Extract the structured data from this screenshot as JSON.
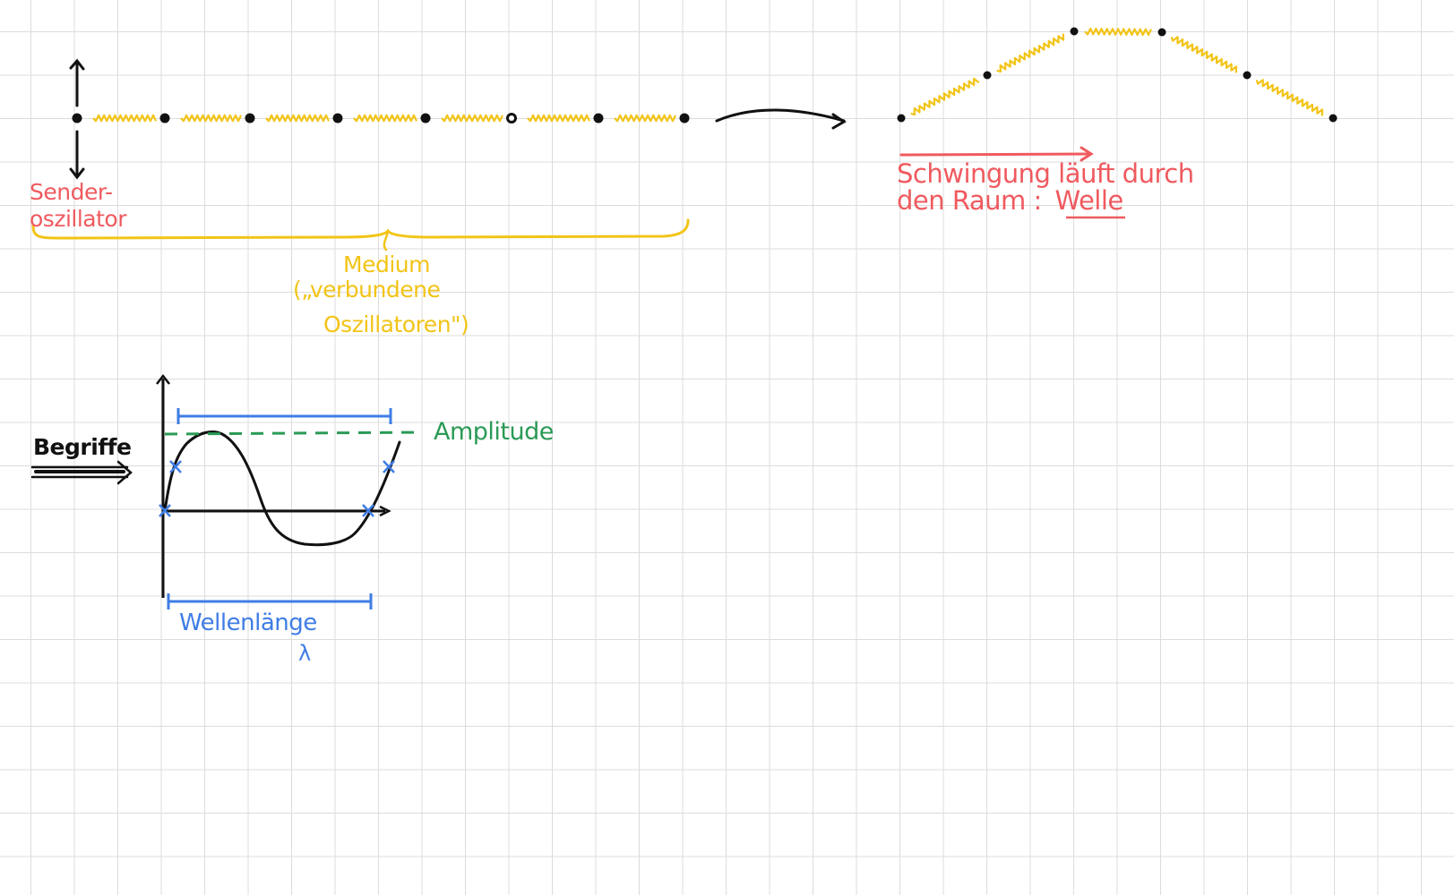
{
  "labels": {
    "sender_line1": "Sender-",
    "sender_line2": "oszillator",
    "medium_line1": "Medium",
    "medium_line2": "(„verbundene",
    "medium_line3": "Oszillatoren\")",
    "wave_line1": "Schwingung läuft durch",
    "wave_line2_prefix": "den Raum :",
    "wave_line2_word": "Welle",
    "begriffe": "Begriffe",
    "amplitude": "Amplitude",
    "wellenlaenge": "Wellenlänge",
    "lambda": "λ"
  },
  "colors": {
    "ink_black": "#111111",
    "ink_red": "#ef5a5f",
    "ink_yellow": "#f2c417",
    "ink_green": "#2a9a56",
    "ink_blue": "#3f7de5",
    "grid": "#dcdcdc"
  }
}
